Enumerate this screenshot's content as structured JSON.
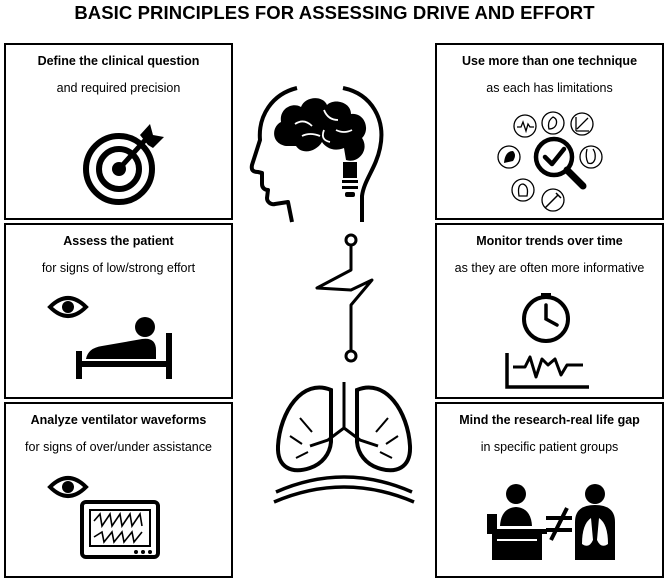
{
  "title": "BASIC PRINCIPLES FOR ASSESSING DRIVE AND EFFORT",
  "boxes": [
    {
      "heading": "Define the clinical question",
      "sub": "and required precision",
      "icon": "target-icon"
    },
    {
      "heading": "Assess the patient",
      "sub": "for signs of low/strong effort",
      "icon": "patient-in-bed-icon"
    },
    {
      "heading": "Analyze ventilator waveforms",
      "sub": "for signs of over/under assistance",
      "icon": "ventilator-monitor-icon"
    },
    {
      "heading": "Use more than one technique",
      "sub": "as each has limitations",
      "icon": "techniques-magnifier-icon"
    },
    {
      "heading": "Monitor trends over time",
      "sub": "as they are often more informative",
      "icon": "clock-trend-icon"
    },
    {
      "heading": "Mind the research-real life gap",
      "sub": "in specific patient groups",
      "icon": "research-vs-patient-icon"
    }
  ],
  "center_icons": [
    "head-brain-icon",
    "neural-signal-icon",
    "lungs-icon"
  ],
  "colors": {
    "ink": "#000000",
    "background": "#ffffff"
  }
}
